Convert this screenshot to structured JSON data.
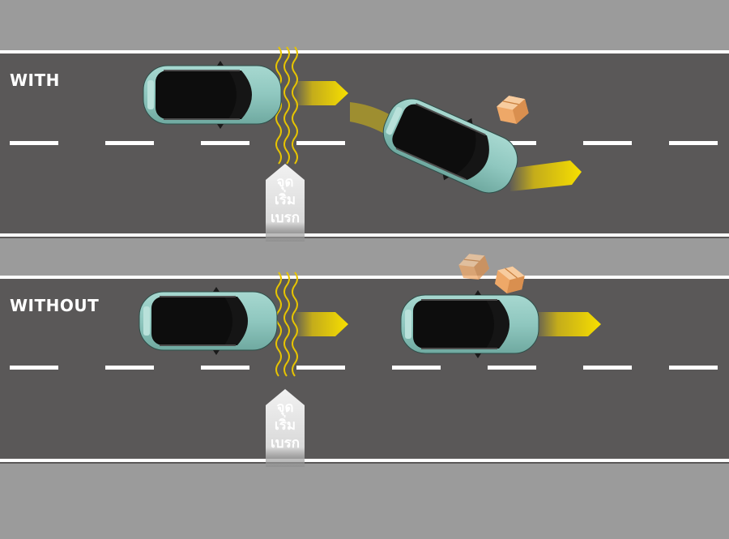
{
  "panels": {
    "with": {
      "label": "WITH"
    },
    "without": {
      "label": "WITHOUT"
    }
  },
  "brake_marker": {
    "lines": [
      "จุด",
      "เริ่ม",
      "เบรก"
    ]
  },
  "colors": {
    "road": "#5a5858",
    "shoulder": "#9b9b9b",
    "lane_line": "#ffffff",
    "car_body": "#8fc7bf",
    "car_glass": "#0d0d0d",
    "arrow": "#f2d100",
    "box": "#f1b57c",
    "marker": "#e9e9e9"
  },
  "icons": [
    "car-icon",
    "wavy-start-line-icon",
    "motion-arrow-icon",
    "cardboard-box-icon",
    "brake-point-marker-icon"
  ]
}
